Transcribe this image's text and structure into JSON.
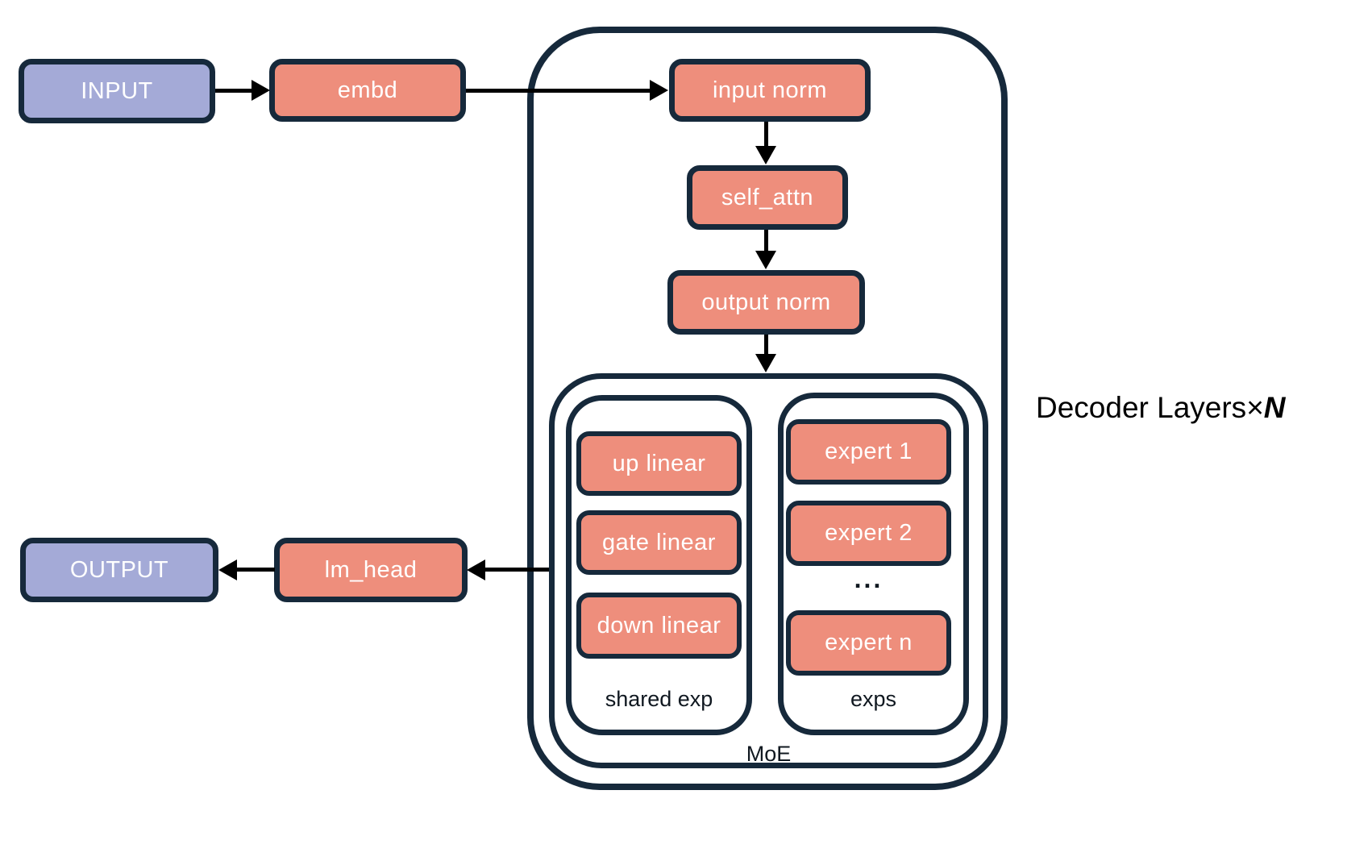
{
  "diagram": {
    "title": {
      "prefix": "Decoder Layers",
      "times": "×",
      "n": "N"
    },
    "nodes": {
      "input": "INPUT",
      "embd": "embd",
      "input_norm": "input norm",
      "self_attn": "self_attn",
      "output_norm": "output norm",
      "up_linear": "up linear",
      "gate_linear": "gate linear",
      "down_linear": "down linear",
      "expert_1": "expert 1",
      "expert_2": "expert 2",
      "expert_dots": "...",
      "expert_n": "expert n",
      "lm_head": "lm_head",
      "output": "OUTPUT"
    },
    "group_labels": {
      "shared_exp": "shared exp",
      "exps": "exps",
      "moe": "MoE"
    },
    "colors": {
      "salmon": "#EE8E7C",
      "lavender": "#A4AAD7",
      "navy": "#16293B",
      "arrow": "#000000",
      "dark_text": "#101820",
      "bg": "#FFFFFF"
    }
  }
}
